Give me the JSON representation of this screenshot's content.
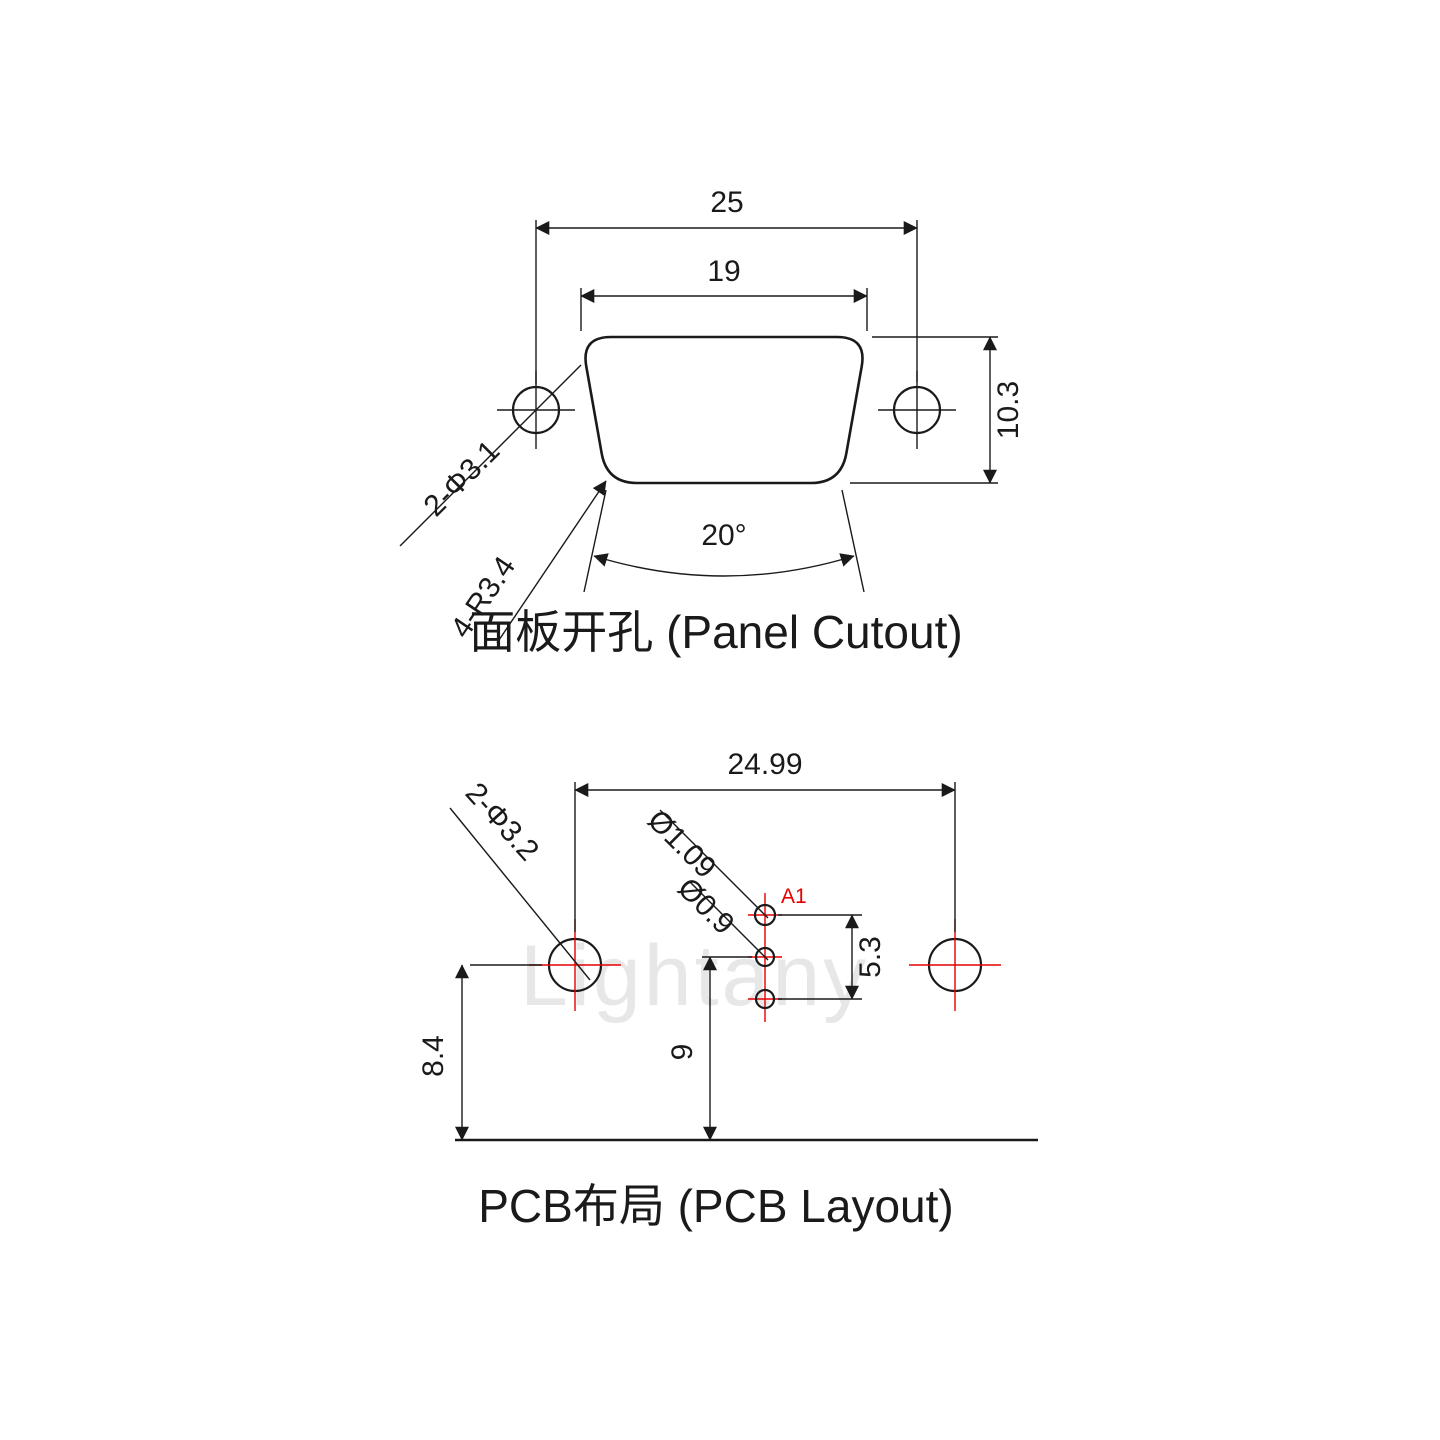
{
  "colors": {
    "line": "#1a1a1a",
    "accent_red": "#e60000",
    "watermark_gray": "#e7e7e7",
    "background": "#ffffff"
  },
  "watermark": {
    "text": "Lightany"
  },
  "panel_cutout": {
    "title": "面板开孔 (Panel Cutout)",
    "dims": {
      "mount_hole_spacing": "25",
      "cutout_top_width": "19",
      "cutout_height": "10.3",
      "side_angle": "20°",
      "mount_holes": "2-Φ3.1",
      "corner_radius": "4-R3.4"
    }
  },
  "pcb_layout": {
    "title": "PCB布局 (PCB Layout)",
    "pin_label": "A1",
    "dims": {
      "mount_hole_spacing": "24.99",
      "mount_holes": "2-Φ3.2",
      "pin_a1_hole_dia": "Ø1.09",
      "pin_hole_dia": "Ø0.9",
      "pin_span": "5.3",
      "pin_row_to_edge": "9",
      "hole_to_edge": "8.4"
    }
  }
}
